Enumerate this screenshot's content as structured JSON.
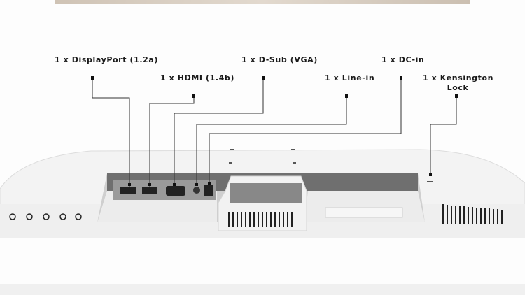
{
  "labels": {
    "displayport": "1 x DisplayPort (1.2a)",
    "hdmi": "1 x HDMI (1.4b)",
    "dsub": "1 x D-Sub (VGA)",
    "linein": "1 x Line-in",
    "dcin": "1 x DC-in",
    "kensington_line1": "1 x Kensington",
    "kensington_line2": "Lock"
  }
}
